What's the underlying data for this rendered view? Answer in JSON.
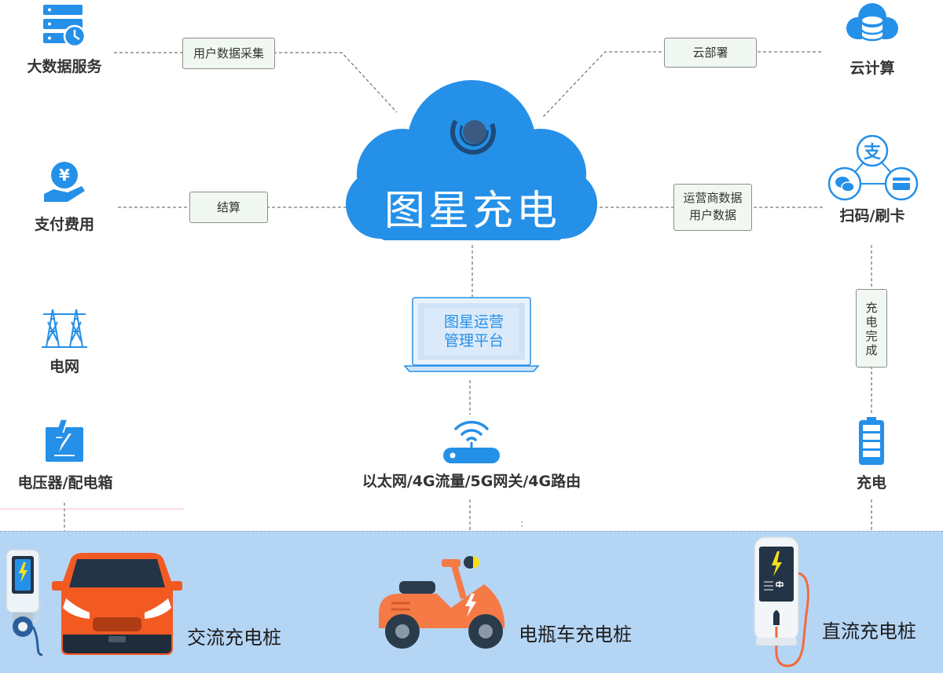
{
  "colors": {
    "accent": "#2590e8",
    "band": "#b5d5f5",
    "edge_label_bg": "#f1f8f1",
    "car_orange": "#f25a22",
    "scooter_orange": "#f57a45",
    "bolt_yellow": "#f5e01a"
  },
  "center": {
    "title": "图星充电",
    "logo_icon": "planet-logo-icon"
  },
  "nodes": {
    "big_data": {
      "label": "大数据服务",
      "icon": "server-database-icon"
    },
    "cloud_computing": {
      "label": "云计算",
      "icon": "cloud-database-icon"
    },
    "payment": {
      "label": "支付费用",
      "icon": "hand-yen-icon"
    },
    "scan_card": {
      "label": "扫码/刷卡",
      "icon": "alipay-wechat-card-icon"
    },
    "grid": {
      "label": "电网",
      "icon": "power-tower-icon"
    },
    "transformer": {
      "label": "电压器/配电箱",
      "icon": "distribution-box-icon"
    },
    "network": {
      "label": "以太网/4G流量/5G网关/4G路由",
      "icon": "wifi-router-icon"
    },
    "charging": {
      "label": "充电",
      "icon": "battery-icon"
    }
  },
  "edge_labels": {
    "data_collection": "用户数据采集",
    "cloud_deploy": "云部署",
    "settlement": "结算",
    "operator_data_line1": "运营商数据",
    "operator_data_line2": "用户数据",
    "charge_complete": [
      "充",
      "电",
      "完",
      "成"
    ]
  },
  "platform": {
    "line1": "图星运营",
    "line2": "管理平台",
    "icon": "laptop-icon"
  },
  "chargers": {
    "ac": {
      "label": "交流充电桩",
      "icon": "ac-charger-car-icon"
    },
    "ebike": {
      "label": "电瓶车充电桩",
      "icon": "scooter-icon"
    },
    "dc": {
      "label": "直流充电桩",
      "icon": "dc-charger-icon"
    }
  }
}
